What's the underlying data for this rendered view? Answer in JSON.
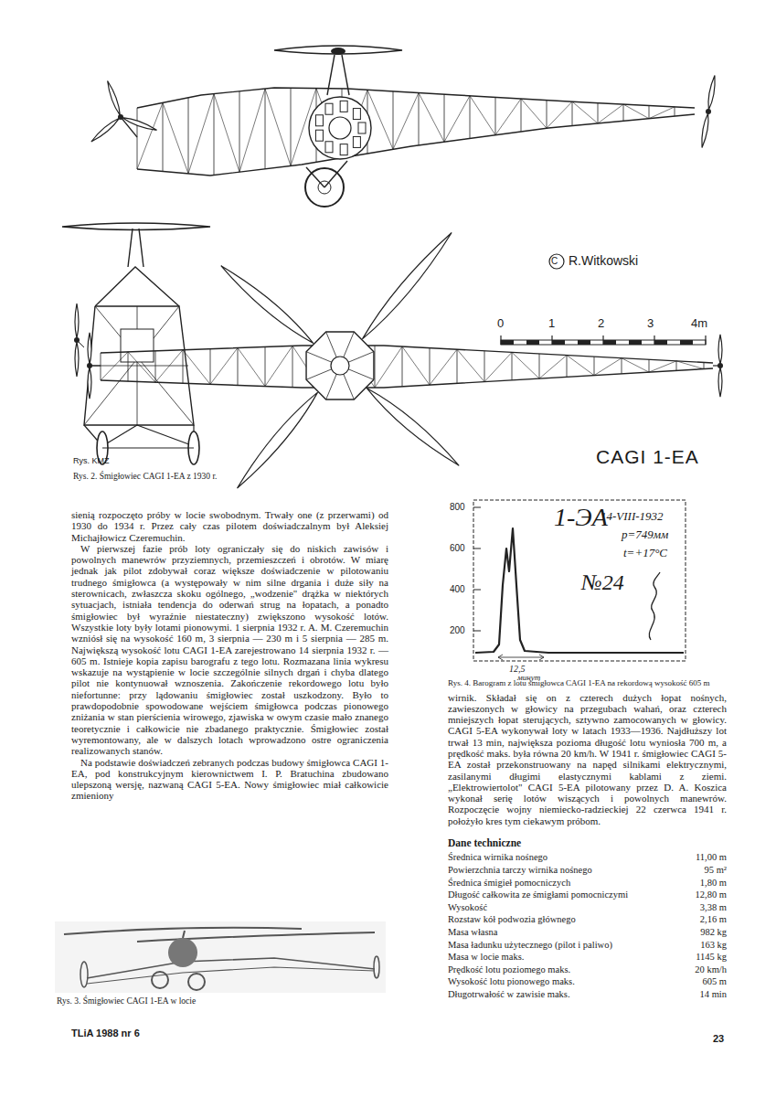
{
  "diagram": {
    "labels": [
      "CAGI 1-EA",
      "C",
      "R.Witkowski",
      "0",
      "1",
      "2",
      "3",
      "4m",
      "Rys. KMZ",
      "Rys. 2. Śmigłowiec CAGI 1-EA z 1930 r.",
      "sienią rozpoczęto próby w locie swobodnym. Trwały one (z przerwami) od 1930 do 1934 r. Przez cały czas pilotem doświadczalnym był Aleksiej Michajłowicz Czeremuchin.",
      "W pierwszej fazie prób loty ograniczały się do niskich zawisów i powolnych manewrów przyziemnych, przemieszczeń i obrotów. W miarę jednak jak pilot zdobywał coraz większe doświadczenie w pilotowaniu trudnego śmigłowca (a występowały w nim silne drgania i duże siły na sterownicach, zwłaszcza skoku ogólnego, „wodzenie\" drążka w niektórych sytuacjach, istniała tendencja do oderwań strug na łopatach, a ponadto śmigłowiec był wyraźnie niestateczny) zwiększono wysokość lotów. Wszystkie loty były lotami pionowymi. 1 sierpnia 1932 r. A. M. Czeremuchin wzniósł się na wysokość 160 m, 3 sierpnia — 230 m i 5 sierpnia — 285 m. Największą wysokość lotu CAGI 1-EA zarejestrowano 14 sierpnia 1932 r. — 605 m. Istnieje kopia zapisu barografu z tego lotu. Rozmazana linia wykresu wskazuje na wystąpienie w locie szczególnie silnych drgań i chyba dlatego pilot nie kontynuował wznoszenia. Zakończenie rekordowego lotu było niefortunne: przy lądowaniu śmigłowiec został uszkodzony. Było to prawdopodobnie spowodowane wejściem śmigłowca podczas pionowego zniżania w stan pierścienia wirowego, zjawiska w owym czasie mało znanego teoretycznie i całkowicie nie zbadanego praktycznie. Śmigłowiec został wyremontowany, ale w dalszych lotach wprowadzono ostre ograniczenia realizowanych stanów.",
      "Na podstawie doświadczeń zebranych podczas budowy śmigłowca CAGI 1-EA, pod konstrukcyjnym kierownictwem I. P. Bratuchina zbudowano ulepszoną wersję, nazwaną CAGI 5-EA. Nowy śmigłowiec miał całkowicie zmieniony",
      "800",
      "600",
      "400",
      "200",
      "1-ЭА",
      "14-VIII-1932",
      "p=749мм",
      "t=+17°C",
      "№24",
      "12,5",
      "минут",
      "Rys. 4. Barogram z lotu śmigłowca CAGI 1-EA na rekordową wysokość 605 m",
      "wirnik. Składał się on z czterech dużych łopat nośnych, zawieszonych w głowicy na przegubach wahań, oraz czterech mniejszych łopat sterujących, sztywno zamocowanych w głowicy. CAGI 5-EA wykonywał loty w latach 1933—1936. Najdłuższy lot trwał 13 min, największa pozioma długość lotu wyniosła 700 m, a prędkość maks. była równa 20 km/h. W 1941 r. śmigłowiec CAGI 5-EA został przekonstruowany na napęd silnikami elektrycznymi, zasilanymi długimi elastycznymi kablami z ziemi. „Elektrowiertolot\" CAGI 5-EA pilotowany przez D. A. Koszica wykonał serię lotów wiszących i powolnych manewrów. Rozpoczęcie wojny niemiecko-radzieckiej 22 czerwca 1941 r. położyło kres tym ciekawym próbom.",
      "Dane techniczne",
      "Średnica wirnika nośnego",
      "11,00 m",
      "Powierzchnia tarczy wirnika nośnego",
      "95 m²",
      "Średnica śmigieł pomocniczych",
      "1,80 m",
      "Długość całkowita ze śmigłami pomocniczymi",
      "12,80 m",
      "Wysokość",
      "3,38 m",
      "Rozstaw kół podwozia głównego",
      "2,16 m",
      "Masa własna",
      "982 kg",
      "Masa ładunku użytecznego (pilot i paliwo)",
      "163 kg",
      "Masa w locie maks.",
      "1145 kg",
      "Prędkość lotu poziomego maks.",
      "20 km/h",
      "Wysokość lotu pionowego maks.",
      "605 m",
      "Długotrwałość w zawisie maks.",
      "14 min",
      "Rys. 3. Śmigłowiec CAGI 1-EA w locie",
      "TLiA 1988 nr 6",
      "23"
    ]
  }
}
